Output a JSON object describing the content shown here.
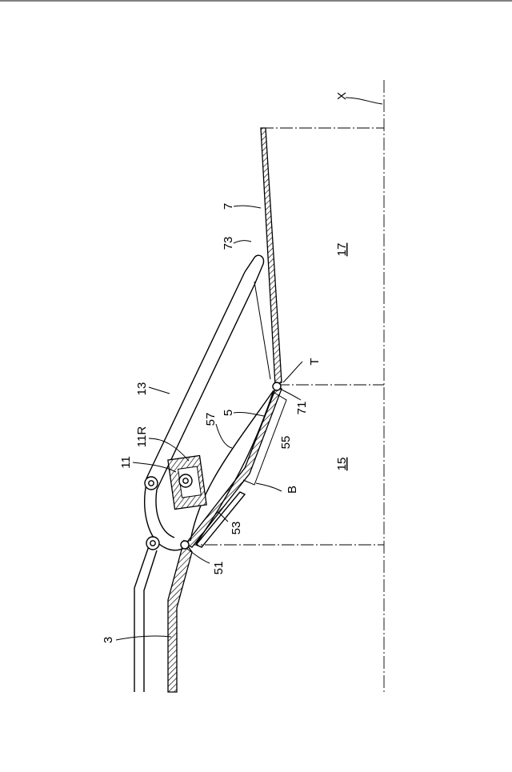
{
  "labels": {
    "l3": "3",
    "l5": "5",
    "l7": "7",
    "l11": "11",
    "l11R": "11R",
    "l13": "13",
    "l15": "15",
    "l17": "17",
    "l51": "51",
    "l53": "53",
    "l55": "55",
    "l57": "57",
    "l71": "71",
    "l73": "73",
    "lB": "B",
    "lT": "T",
    "lX": "X"
  }
}
